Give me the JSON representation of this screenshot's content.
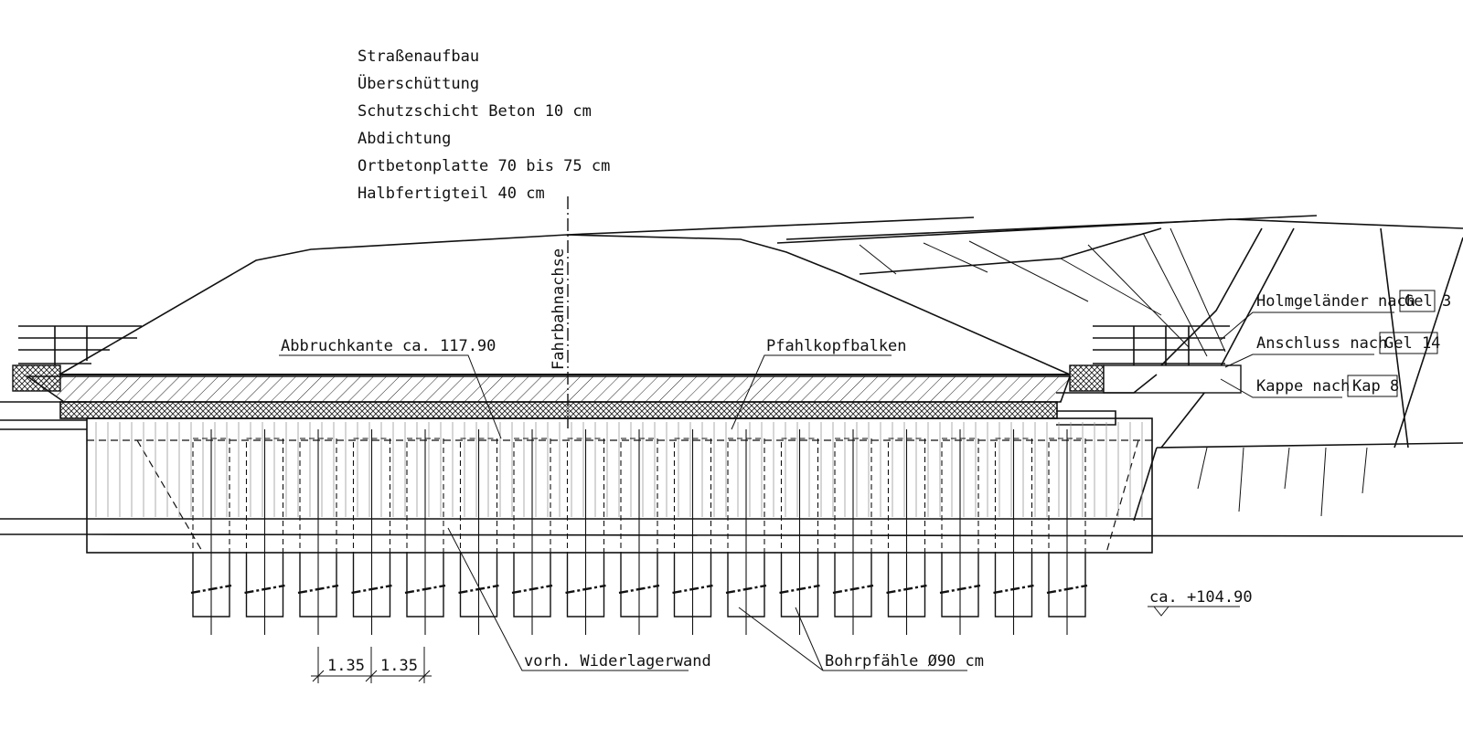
{
  "layers": [
    "Straßenaufbau",
    "Überschüttung",
    "Schutzschicht Beton 10 cm",
    "Abdichtung",
    "Ortbetonplatte 70 bis 75 cm",
    "Halbfertigteil 40 cm"
  ],
  "labels": {
    "axis": "Fahrbahnachse",
    "break_edge": "Abbruchkante ca. 117.90",
    "pile_cap": "Pfahlkopfbalken",
    "railing": "Holmgeländer nach",
    "railing_ref": "Gel 3",
    "connection": "Anschluss nach",
    "connection_ref": "Gel 14",
    "cap": "Kappe nach",
    "cap_ref": "Kap 8",
    "elevation": "ca. +104.90",
    "wall": "vorh. Widerlagerwand",
    "piles": "Bohrpfähle Ø90 cm"
  },
  "dimensions": [
    "1.35",
    "1.35"
  ],
  "piles": {
    "count": 17
  }
}
